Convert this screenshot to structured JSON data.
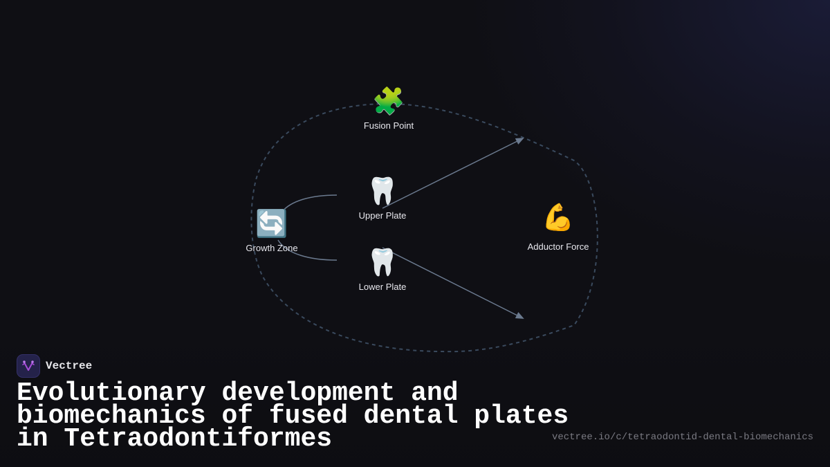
{
  "diagram": {
    "nodes": [
      {
        "id": "fusion-point",
        "label": "Fusion Point",
        "icon": "puzzle-piece-icon",
        "glyph": "🧩"
      },
      {
        "id": "upper-plate",
        "label": "Upper Plate",
        "icon": "tooth-icon",
        "glyph": "🦷"
      },
      {
        "id": "lower-plate",
        "label": "Lower Plate",
        "icon": "tooth-icon",
        "glyph": "🦷"
      },
      {
        "id": "growth-zone",
        "label": "Growth Zone",
        "icon": "repeat-arrows-icon",
        "glyph": "🔄"
      },
      {
        "id": "adductor-force",
        "label": "Adductor Force",
        "icon": "flexed-biceps-icon",
        "glyph": "💪"
      }
    ],
    "edges": [
      {
        "from": "upper-plate",
        "to": "adductor-force",
        "type": "arrow"
      },
      {
        "from": "lower-plate",
        "to": "adductor-force",
        "type": "arrow"
      },
      {
        "from": "growth-zone",
        "to": "upper-plate",
        "type": "curve"
      },
      {
        "from": "growth-zone",
        "to": "lower-plate",
        "type": "curve"
      }
    ],
    "colors": {
      "edge": "#6b7a8f",
      "boundary": "#3a4a5e",
      "background": "#0f0f14"
    }
  },
  "brand": {
    "name": "Vectree",
    "logo_icon": "vectree-logo-icon",
    "accent": "#a64dd8"
  },
  "title": "Evolutionary development and biomechanics of fused dental plates in Tetraodontiformes",
  "url": "vectree.io/c/tetraodontid-dental-biomechanics"
}
